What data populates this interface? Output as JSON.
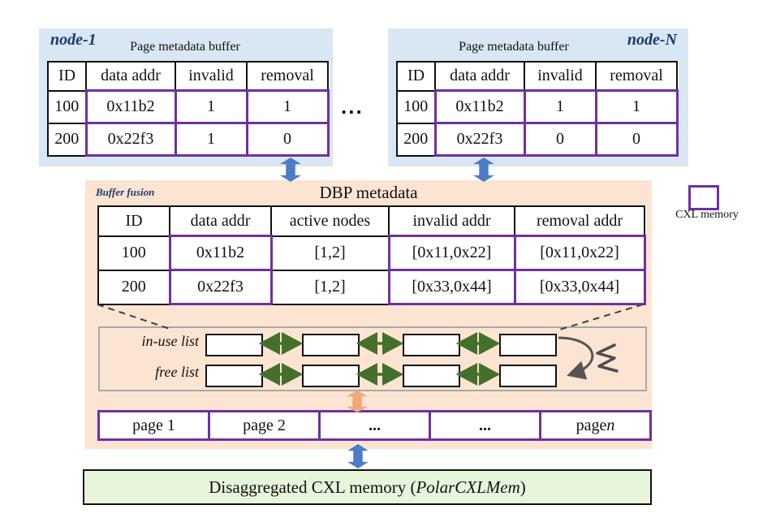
{
  "node1": {
    "label": "node-1",
    "title": "Page metadata buffer",
    "headers": [
      "ID",
      "data addr",
      "invalid",
      "removal"
    ],
    "rows": [
      [
        "100",
        "0x11b2",
        "1",
        "1"
      ],
      [
        "200",
        "0x22f3",
        "1",
        "0"
      ]
    ]
  },
  "nodeN": {
    "label": "node-N",
    "title": "Page metadata buffer",
    "headers": [
      "ID",
      "data addr",
      "invalid",
      "removal"
    ],
    "rows": [
      [
        "100",
        "0x11b2",
        "1",
        "1"
      ],
      [
        "200",
        "0x22f3",
        "0",
        "0"
      ]
    ]
  },
  "between_nodes_ellipsis": "...",
  "dbp": {
    "corner_label": "Buffer fusion",
    "title": "DBP metadata",
    "headers": [
      "ID",
      "data addr",
      "active nodes",
      "invalid addr",
      "removal addr"
    ],
    "rows": [
      [
        "100",
        "0x11b2",
        "[1,2]",
        "[0x11,0x22]",
        "[0x11,0x22]"
      ],
      [
        "200",
        "0x22f3",
        "[1,2]",
        "[0x33,0x44]",
        "[0x33,0x44]"
      ]
    ]
  },
  "lists": {
    "inuse_label": "in-use list",
    "free_label": "free list"
  },
  "pages": {
    "cells": [
      "page 1",
      "page 2",
      "...",
      "..."
    ],
    "last_prefix": "page ",
    "last_var": "n"
  },
  "legend": {
    "label": "CXL memory"
  },
  "cxl_bar": {
    "prefix": "Disaggregated CXL memory (",
    "name": "PolarCXLMem",
    "suffix": ")"
  },
  "colors": {
    "purple": "#7030a0",
    "blue_arrow": "#4a7cc7",
    "orange_arrow": "#f0a878",
    "green_arrow": "#45702c",
    "node_panel_bg": "#d9e6f4",
    "dbp_panel_bg": "#fce4d2",
    "cxl_bar_bg": "#e7f6da",
    "label_navy": "#1b3a6b"
  }
}
